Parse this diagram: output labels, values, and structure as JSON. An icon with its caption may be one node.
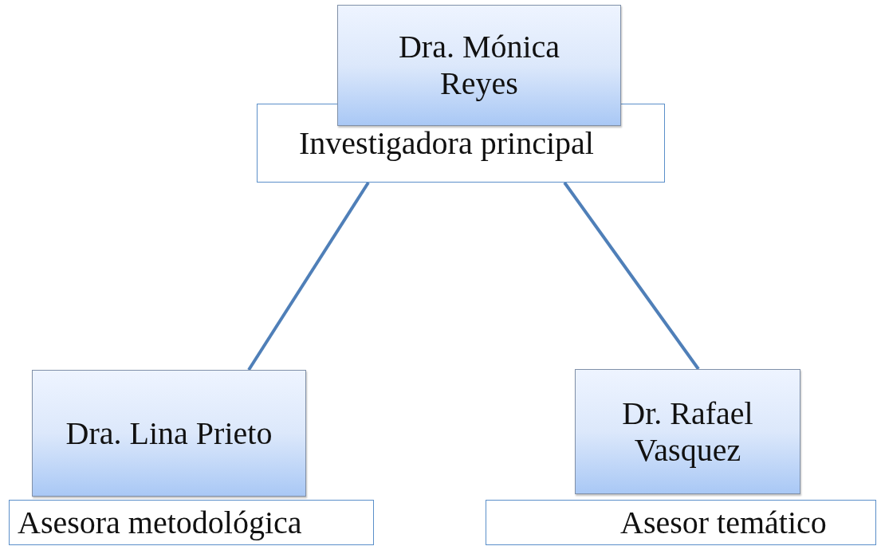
{
  "diagram": {
    "nodes": [
      {
        "text": [
          "Dra. Mónica Reyes"
        ]
      },
      {
        "text": [
          "Investigadora principal"
        ]
      },
      {
        "text": [
          "Dra. Lina Prieto"
        ]
      },
      {
        "text": [
          "Asesora metodológica"
        ]
      },
      {
        "text": [
          "Dr. Rafael Vasquez"
        ]
      },
      {
        "text": [
          "Asesor temático"
        ]
      }
    ],
    "edges": [
      {
        "from": 1,
        "to": 2,
        "arrow": "none"
      },
      {
        "from": 1,
        "to": 4,
        "arrow": "none"
      }
    ]
  }
}
